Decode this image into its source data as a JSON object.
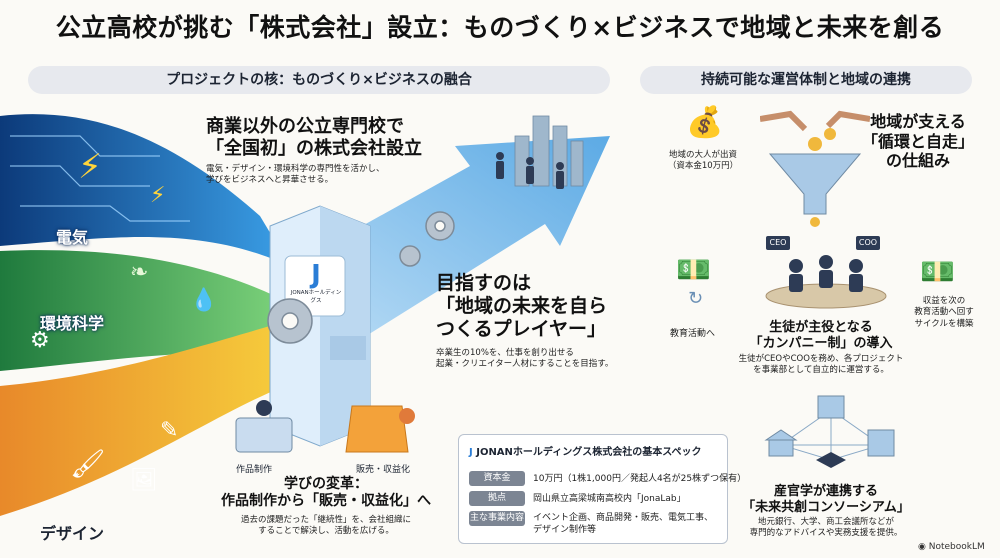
{
  "title": "公立高校が挑む「株式会社」設立：ものづくり×ビジネスで地域と未来を創る",
  "left_section": {
    "header": "プロジェクトの核：ものづくり×ビジネスの融合",
    "streams": [
      {
        "label": "電気",
        "color": "#2a7dd6"
      },
      {
        "label": "環境科学",
        "color": "#3aa655"
      },
      {
        "label": "デザイン",
        "color": "#e8a21e"
      }
    ],
    "founding": {
      "headline_line1": "商業以外の公立専門校で",
      "headline_line2": "「全国初」の株式会社設立",
      "desc_line1": "電気・デザイン・環境科学の専門性を活かし、",
      "desc_line2": "学びをビジネスへと昇華させる。"
    },
    "building_sign": "JONANホールディングス",
    "goal": {
      "line1": "目指すのは",
      "line2": "「地域の未来を自ら",
      "line3": "つくるプレイヤー」",
      "desc_line1": "卒業生の10%を、仕事を創り出せる",
      "desc_line2": "起業・クリエイター人材にすることを目指す。"
    },
    "transform": {
      "icon_label_left": "作品制作",
      "icon_label_right": "販売・収益化",
      "headline_line1": "学びの変革：",
      "headline_line2": "作品制作から「販売・収益化」へ",
      "desc_line1": "過去の課題だった「継続性」を、会社組織に",
      "desc_line2": "することで解決し、活動を広げる。"
    },
    "spec": {
      "title": "JONANホールディングス株式会社の基本スペック",
      "rows": [
        {
          "key": "資本金",
          "value": "10万円（1株1,000円／発起人4名が25株ずつ保有）"
        },
        {
          "key": "拠点",
          "value": "岡山県立高梁城南高校内「JonaLab」"
        },
        {
          "key": "主な事業内容",
          "value_line1": "イベント企画、商品開発・販売、電気工事、",
          "value_line2": "デザイン制作等"
        }
      ]
    }
  },
  "right_section": {
    "header": "持続可能な運営体制と地域の連携",
    "investment": {
      "line1": "地域の大人が出資",
      "line2": "（資本金10万円）"
    },
    "cycle": {
      "line1": "地域が支える",
      "line2": "「循環と自走」",
      "line3": "の仕組み"
    },
    "roles": {
      "ceo": "CEO",
      "coo": "COO"
    },
    "education_label": "教育活動へ",
    "profit": {
      "line1": "収益を次の",
      "line2": "教育活動へ回す",
      "line3": "サイクルを構築"
    },
    "company_system": {
      "line1": "生徒が主役となる",
      "line2": "「カンパニー制」の導入",
      "desc_line1": "生徒がCEOやCOOを務め、各プロジェクト",
      "desc_line2": "を事業部として自立的に運営する。"
    },
    "consortium": {
      "line1": "産官学が連携する",
      "line2": "「未来共創コンソーシアム」",
      "desc_line1": "地元銀行、大学、商工会議所などが",
      "desc_line2": "専門的なアドバイスや実務支援を提供。"
    }
  },
  "watermark": "NotebookLM"
}
